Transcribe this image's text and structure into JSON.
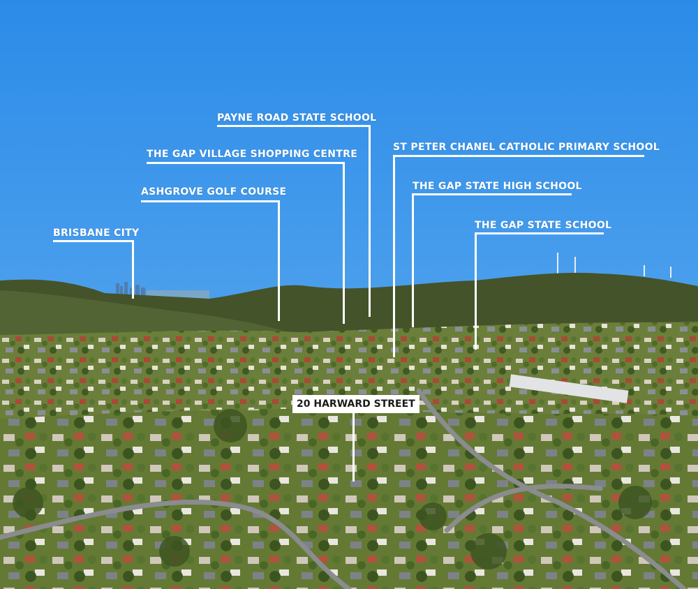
{
  "labels": {
    "brisbane_city": "BRISBANE CITY",
    "ashgrove_golf": "ASHGROVE GOLF COURSE",
    "gap_village": "THE GAP VILLAGE SHOPPING CENTRE",
    "payne_road": "PAYNE ROAD STATE SCHOOL",
    "st_peter_chanel": "ST PETER CHANEL CATHOLIC PRIMARY SCHOOL",
    "gap_high": "THE GAP STATE HIGH SCHOOL",
    "gap_state": "THE GAP STATE SCHOOL"
  },
  "property": {
    "address": "20 HARWARD STREET"
  },
  "colors": {
    "sky_top": "#2b8be8",
    "sky_bottom": "#8fc4ee",
    "hill": "#4a5a2c",
    "foliage": "#5b7a2e",
    "label_text": "#ffffff",
    "callout_bg": "#ffffff",
    "callout_text": "#1b1b1b"
  }
}
